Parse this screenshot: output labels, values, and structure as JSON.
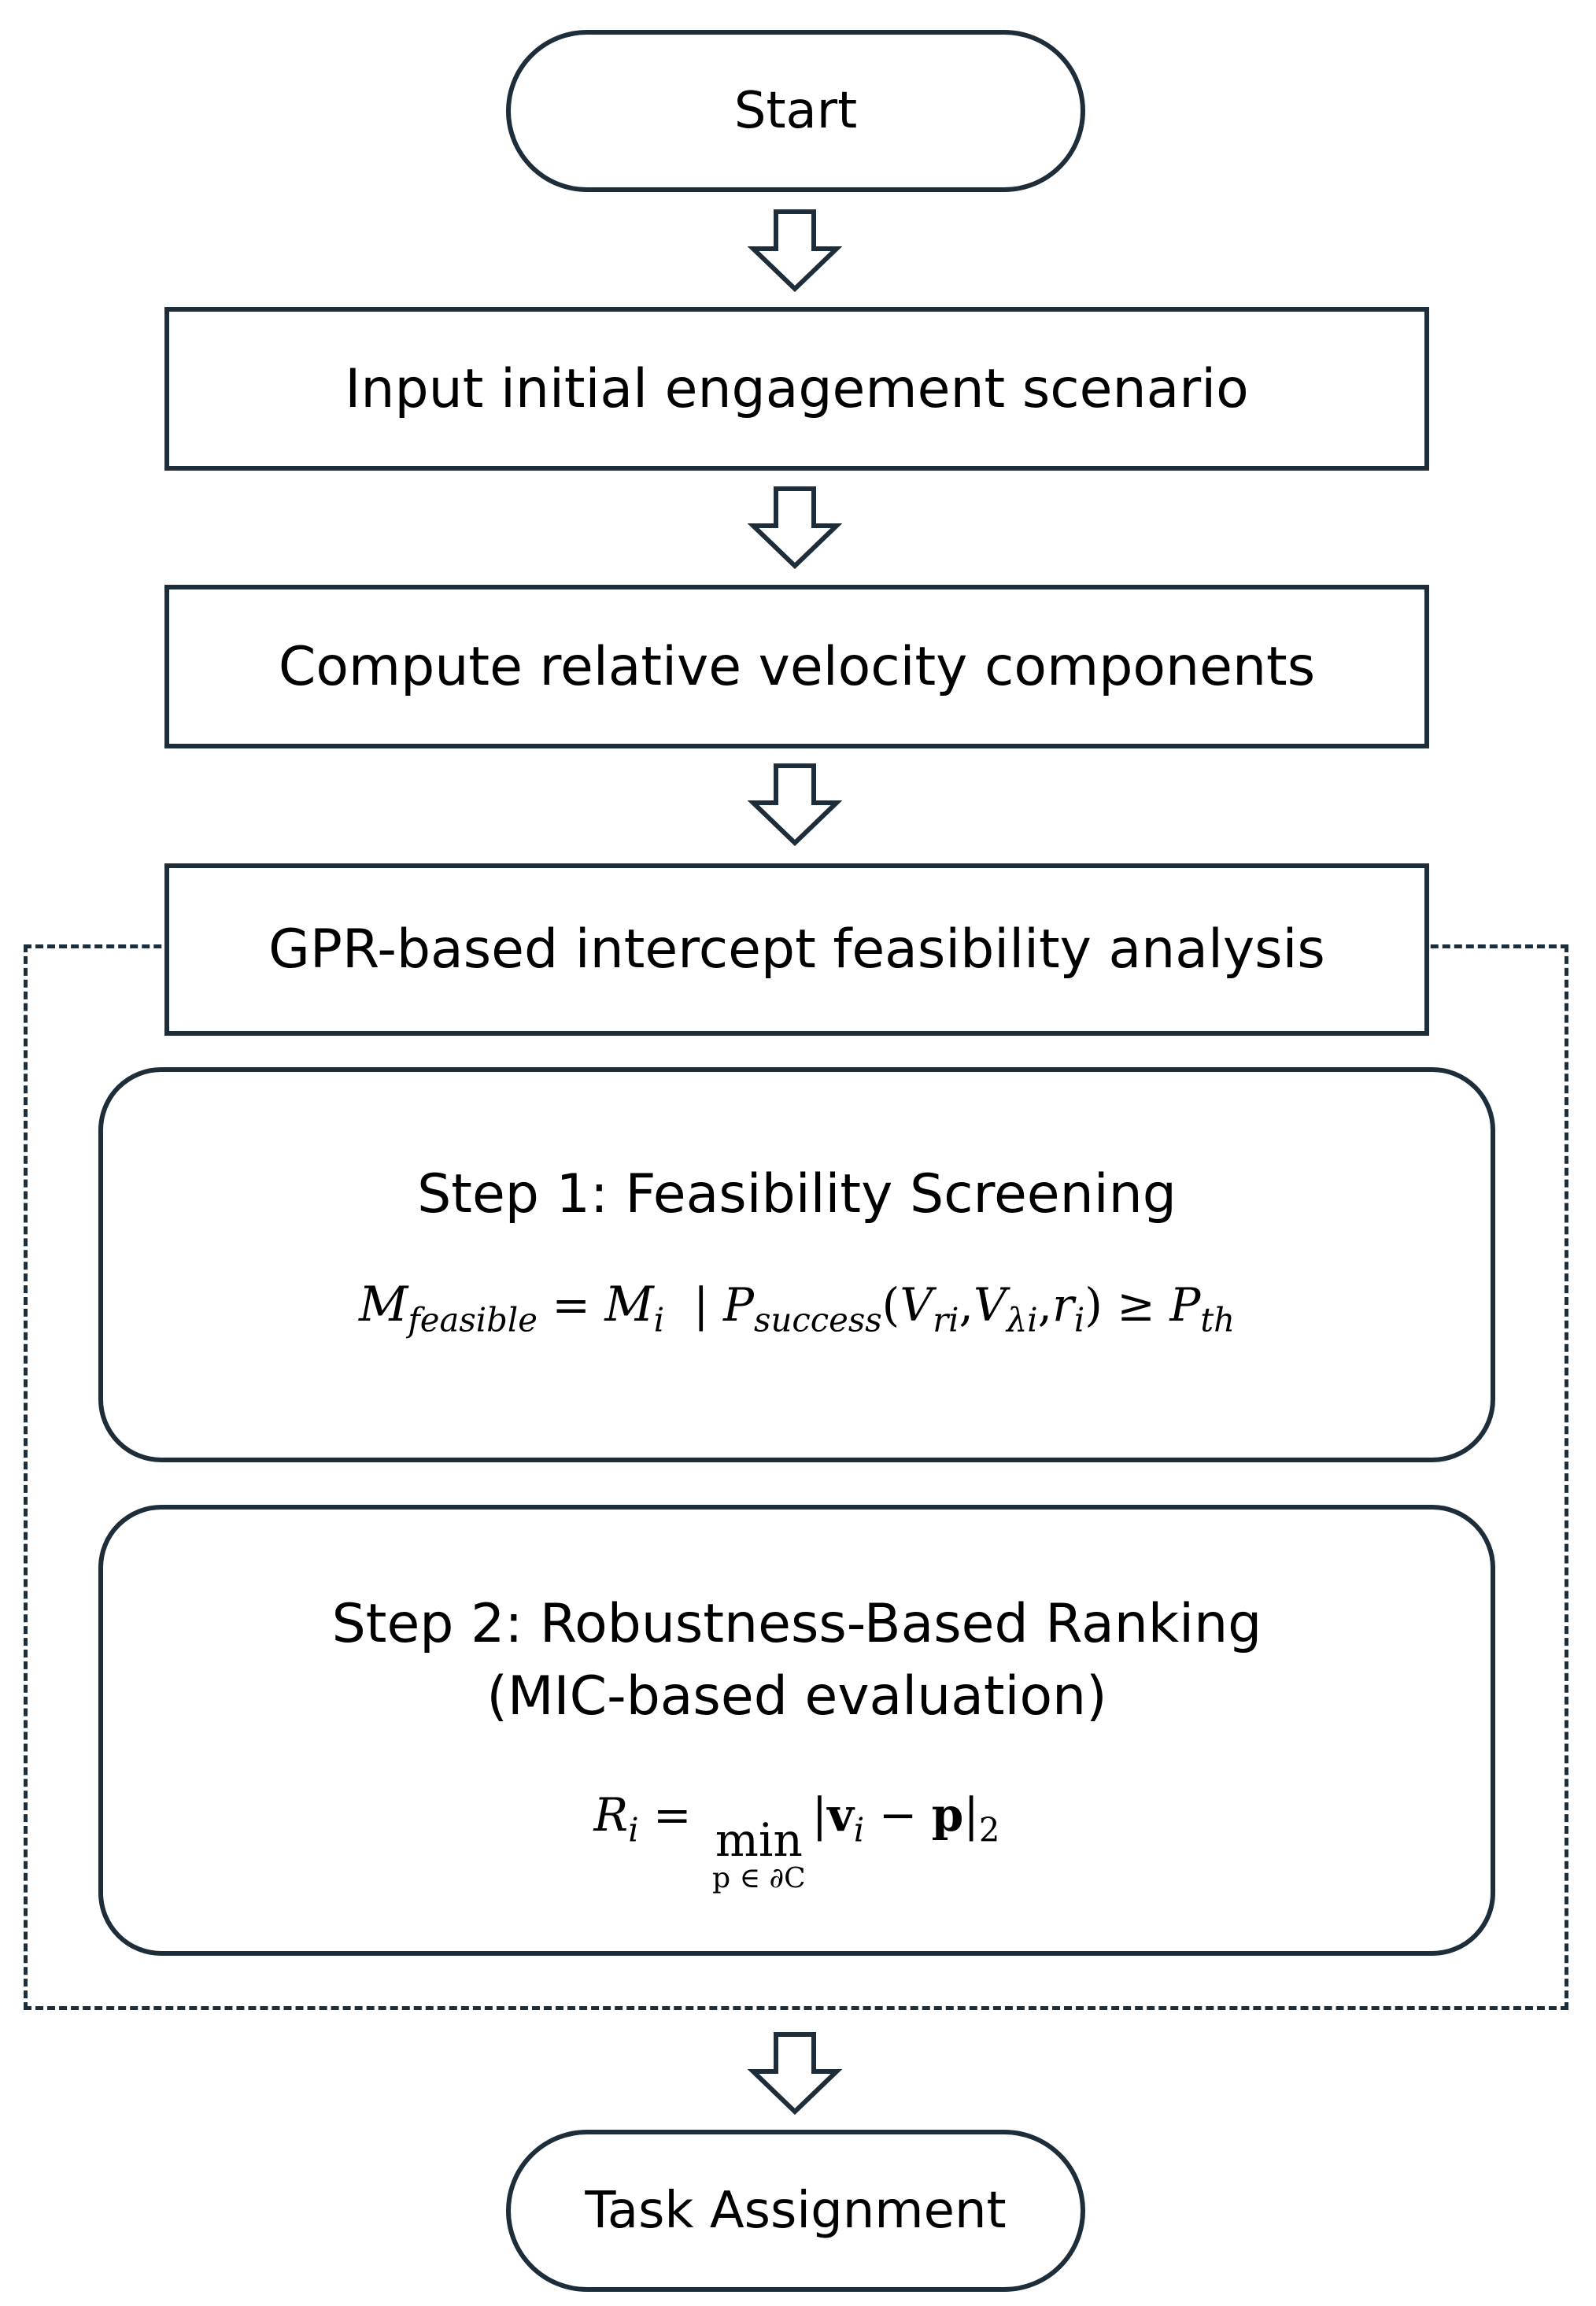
{
  "nodes": {
    "start": "Start",
    "input": "Input initial engagement scenario",
    "compute": "Compute relative velocity components",
    "gpr": "GPR-based intercept feasibility analysis",
    "step1_title": "Step 1: Feasibility Screening",
    "step2_title_line1": "Step 2: Robustness-Based Ranking",
    "step2_title_line2": "(MIC-based evaluation)",
    "end": "Task Assignment"
  },
  "formulas": {
    "step1": {
      "lhs_symbol": "M",
      "lhs_subscript": "feasible",
      "equals": "=",
      "set_symbol": "M",
      "set_subscript": "i",
      "bar": "|",
      "func": "P",
      "func_subscript": "success",
      "arg1": "V",
      "arg1_sub": "ri",
      "arg2": "V",
      "arg2_sub": "λi",
      "arg3": "r",
      "arg3_sub": "i",
      "relation": "≥",
      "rhs": "P",
      "rhs_subscript": "th"
    },
    "step2": {
      "lhs": "R",
      "lhs_subscript": "i",
      "equals": "=",
      "operator": "min",
      "operator_under": "p ∈ ∂C",
      "vec": "v",
      "vec_sub": "i",
      "minus": "−",
      "point": "p",
      "norm_sub": "2"
    }
  },
  "colors": {
    "stroke": "#1d2d3a",
    "background": "#ffffff"
  }
}
